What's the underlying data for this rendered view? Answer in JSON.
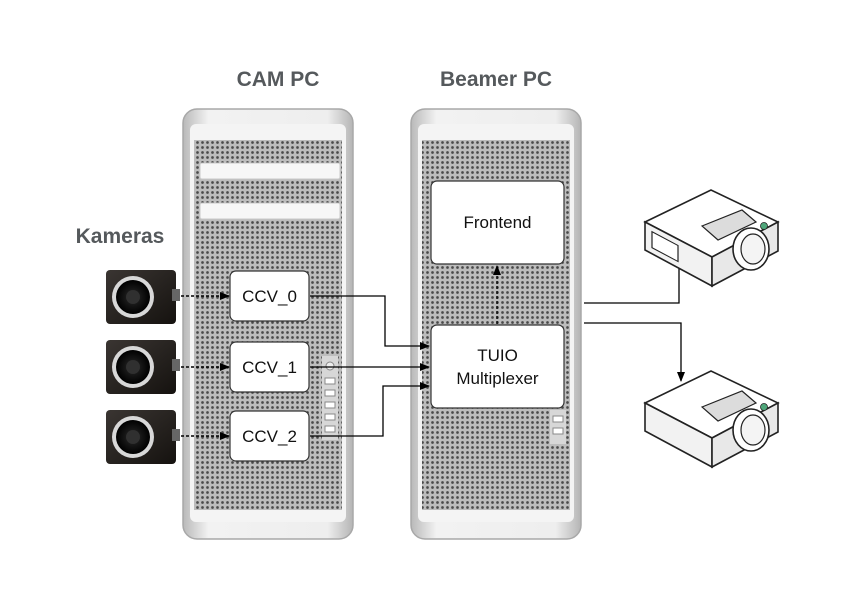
{
  "headings": {
    "cam_pc": "CAM PC",
    "beamer_pc": "Beamer PC",
    "cameras": "Kameras"
  },
  "boxes": {
    "ccv_0": "CCV_0",
    "ccv_1": "CCV_1",
    "ccv_2": "CCV_2",
    "frontend": "Frontend",
    "tuio_line1": "TUIO",
    "tuio_line2": "Multiplexer"
  },
  "colors": {
    "heading_text": "#55595c",
    "case_silver": "#d9d9d9",
    "box_fill": "#ffffff",
    "arrow": "#000000"
  },
  "icons": {
    "camera": "camera-icon",
    "projector": "projector-icon",
    "computer": "tower-computer-icon"
  }
}
